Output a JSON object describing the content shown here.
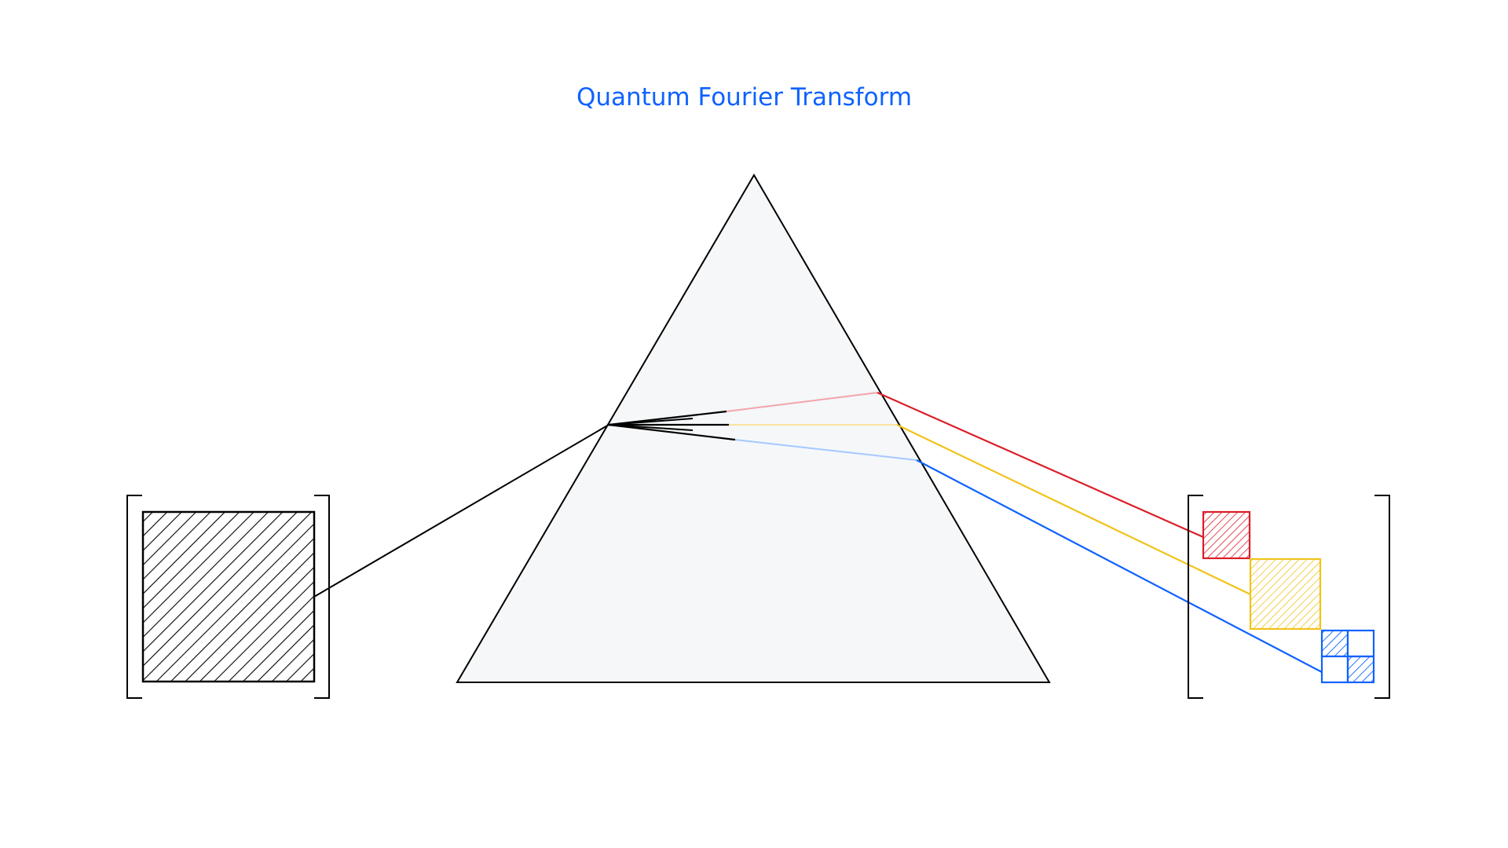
{
  "title": "Quantum Fourier Transform",
  "colors": {
    "title": "#0f62fe",
    "prism_fill": "#f5f7f9",
    "stroke": "#000000",
    "red": "#da1e28",
    "red_light": "#f4a5aa",
    "yellow": "#f1c21b",
    "yellow_light": "#fbe3a0",
    "blue": "#0f62fe",
    "blue_light": "#a6c8ff"
  },
  "elements": {
    "input_matrix": "dense hatched square matrix in brackets",
    "prism": "triangle prism",
    "output_matrix": "block-diagonal matrix with red, yellow, blue blocks in brackets",
    "beams": [
      "red",
      "yellow",
      "blue"
    ]
  }
}
